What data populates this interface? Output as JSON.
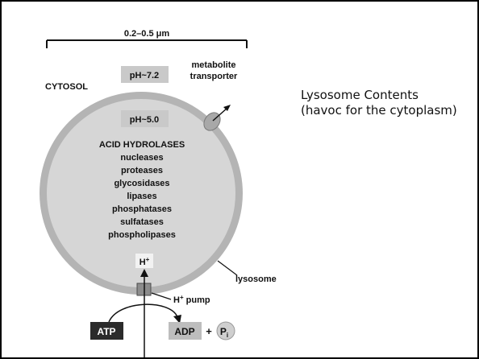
{
  "diagram": {
    "scale_label": "0.2–0.5 μm",
    "cytosol_label": "CYTOSOL",
    "ph_outside": "pH~7.2",
    "ph_inside": "pH~5.0",
    "transporter_label_line1": "metabolite",
    "transporter_label_line2": "transporter",
    "enzymes_heading": "ACID HYDROLASES",
    "enzymes": [
      "nucleases",
      "proteases",
      "glycosidases",
      "lipases",
      "phosphatases",
      "sulfatases",
      "phospholipases"
    ],
    "proton_label": "H",
    "proton_charge": "+",
    "lysosome_label": "lysosome",
    "pump_label": "H",
    "pump_charge": "+",
    "pump_suffix": " pump",
    "atp_label": "ATP",
    "adp_label": "ADP",
    "plus_sign": "+",
    "pi_label": "P",
    "pi_subscript": "i"
  },
  "caption": {
    "line1": "Lysosome Contents",
    "line2": "(havoc for the cytoplasm)"
  },
  "colors": {
    "membrane": "#b4b4b4",
    "lumen": "#d6d6d6",
    "ph_box": "#c9c9c9",
    "atp_box": "#2b2b2b",
    "adp_box": "#bdbdbd"
  }
}
